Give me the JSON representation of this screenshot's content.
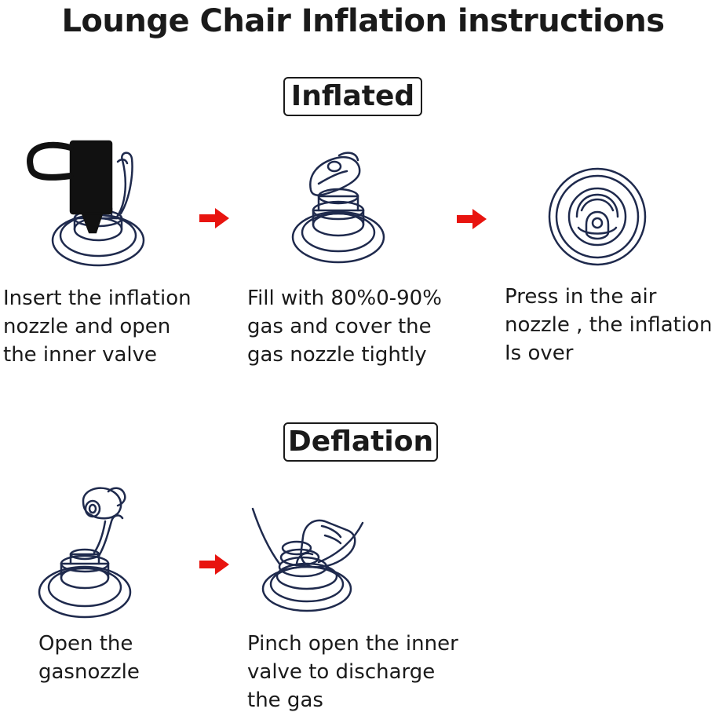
{
  "title": "Lounge Chair Inflation instructions",
  "sections": {
    "inflated": {
      "label": "Inflated",
      "steps": [
        "Insert the inflation\nnozzle and open\nthe inner valve",
        "Fill with 80%0-90%\ngas and cover the\ngas nozzle tightly",
        "Press in the air\nnozzle , the inflation\nIs over"
      ]
    },
    "deflation": {
      "label": "Deflation",
      "steps": [
        "Open the\ngasnozzle",
        "Pinch open the inner\nvalve to discharge\nthe gas"
      ]
    }
  },
  "colors": {
    "ink": "#1a1a1a",
    "line_art": "#1f2a4d",
    "arrow": "#e8140f"
  },
  "icons": {
    "step1": "pump-nozzle-icon",
    "step2": "closed-valve-icon",
    "step3": "valve-top-view-icon",
    "step4": "open-nozzle-icon",
    "step5": "pinch-valve-icon",
    "arrow": "right-arrow-icon"
  }
}
